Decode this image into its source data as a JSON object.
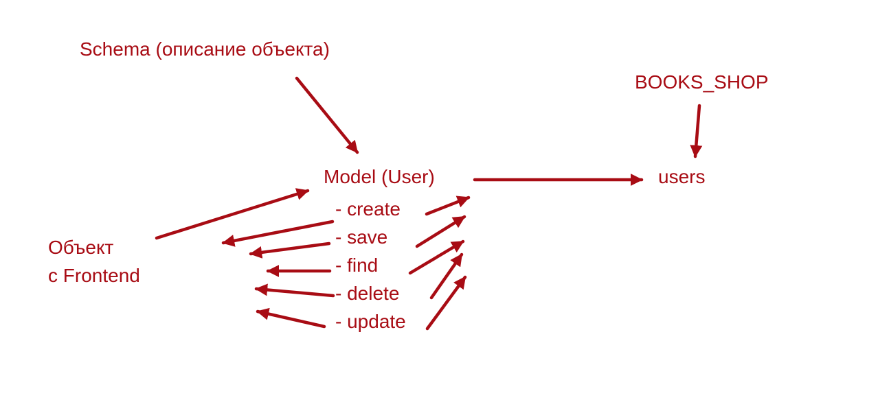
{
  "colors": {
    "text": "#a80c14",
    "arrow": "#a80c14",
    "background": "#ffffff"
  },
  "labels": {
    "schema": "Schema (описание объекта)",
    "books_shop": "BOOKS_SHOP",
    "model": "Model (User)",
    "users": "users",
    "frontend_object_line1": "Объект",
    "frontend_object_line2": "с Frontend"
  },
  "methods": [
    "- create",
    "- save",
    "- find",
    "- delete",
    "- update"
  ]
}
